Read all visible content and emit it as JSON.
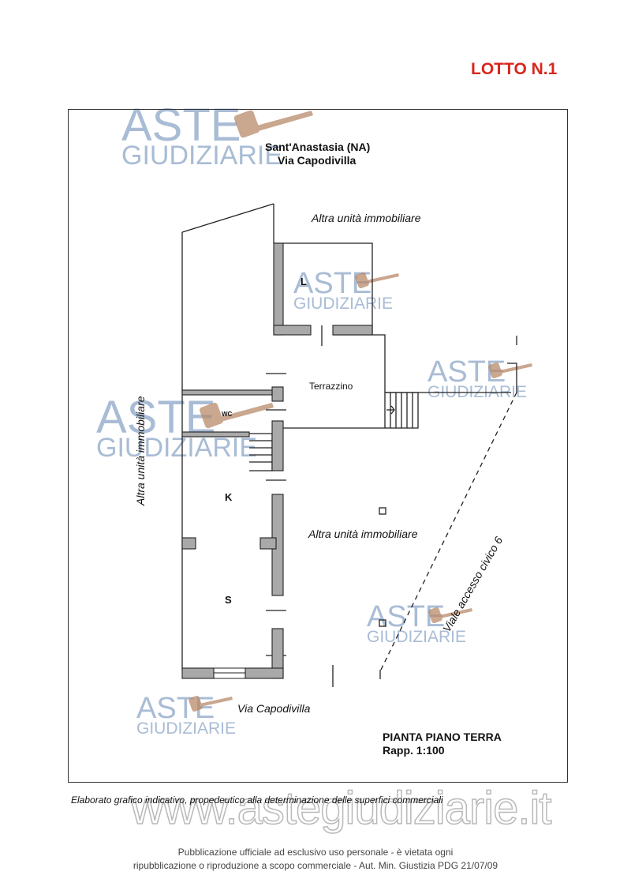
{
  "header": {
    "lotto": "LOTTO N.1"
  },
  "location": {
    "line1": "Sant'Anastasia (NA)",
    "line2": "Via Capodivilla"
  },
  "labels": {
    "other_unit_top": "Altra unità immobiliare",
    "other_unit_middle": "Altra unità immobiliare",
    "other_unit_left": "Altra unità immobiliare",
    "access_road": "Viale accesso civico 6",
    "street_bottom": "Via Capodivilla"
  },
  "rooms": {
    "l": "L",
    "terrace": "Terrazzino",
    "wc": "WC",
    "k": "K",
    "s": "S"
  },
  "title_block": {
    "plan_name": "PIANTA PIANO TERRA",
    "scale": "Rapp. 1:100"
  },
  "caption": "Elaborato grafico indicativo, propedeutico alla determinazione delle superfici commerciali",
  "watermark": {
    "word1": "ASTE",
    "word2": "GIUDIZIARIE",
    "site": "www.astegiudiziarie.it"
  },
  "footer": {
    "line1": "Pubblicazione ufficiale ad esclusivo uso personale - è vietata ogni",
    "line2": "ripubblicazione o riproduzione a scopo commerciale - Aut. Min. Giustizia PDG 21/07/09"
  },
  "colors": {
    "lotto": "#d9261c",
    "wall_fill": "#a9a9a9",
    "watermark": "#a9bcd5"
  }
}
